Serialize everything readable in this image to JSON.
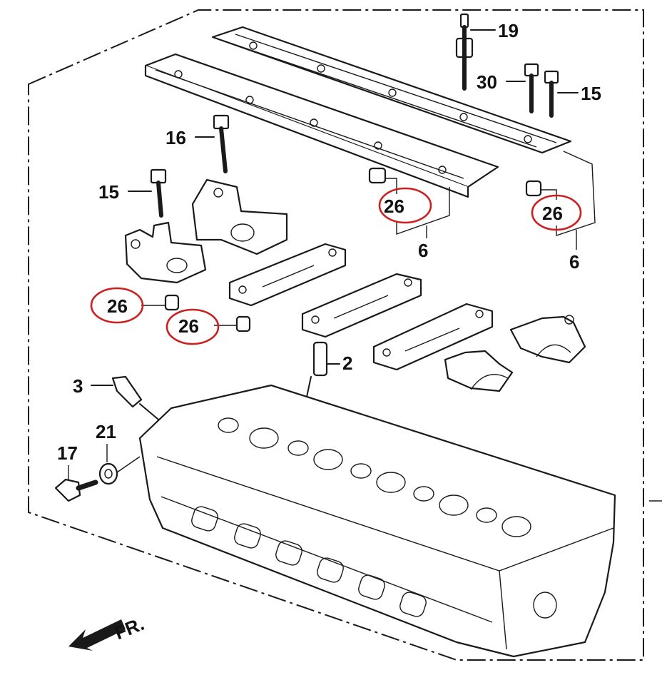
{
  "diagram": {
    "labels": {
      "p19": "19",
      "p30": "30",
      "p15a": "15",
      "p16": "16",
      "p15b": "15",
      "p26a": "26",
      "p26b": "26",
      "p26c": "26",
      "p26d": "26",
      "p6a": "6",
      "p6b": "6",
      "p2": "2",
      "p3": "3",
      "p21": "21",
      "p17": "17",
      "fr": "FR."
    },
    "highlight_color": "#cc1f1f"
  }
}
